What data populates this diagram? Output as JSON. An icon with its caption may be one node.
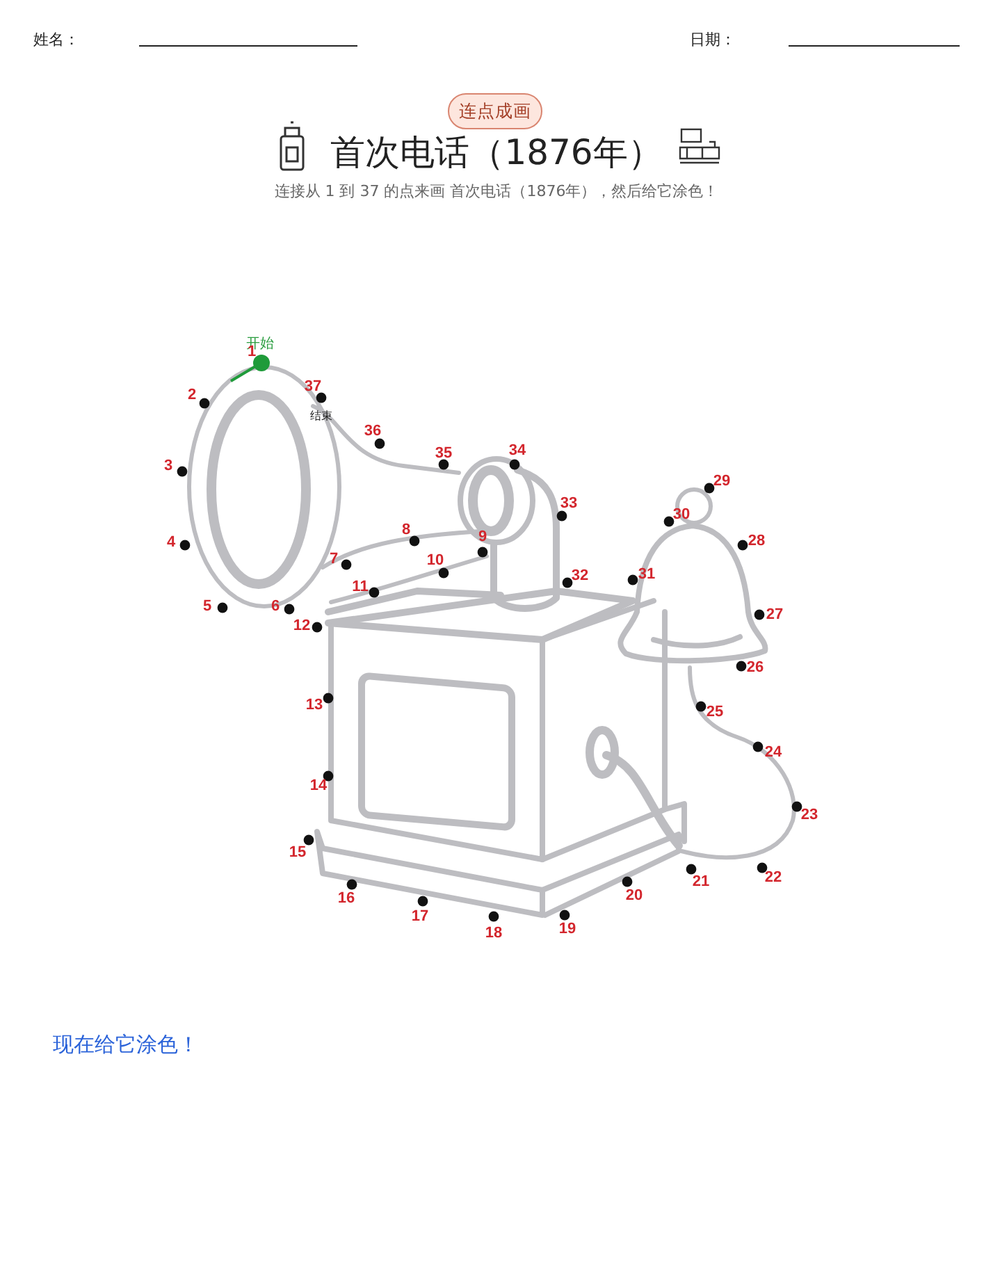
{
  "diagram": {
    "title": "首次电话（1876年）",
    "nodes": [
      {
        "text": [
          "连点成画"
        ]
      }
    ],
    "labels": [
      "姓名：",
      "日期：",
      "连接从 1 到 37 的点来画 首次电话（1876年），然后给它涂色！",
      "开始",
      "1",
      "2",
      "3",
      "4",
      "5",
      "6",
      "7",
      "8",
      "9",
      "10",
      "11",
      "12",
      "13",
      "14",
      "15",
      "16",
      "17",
      "18",
      "19",
      "20",
      "21",
      "22",
      "23",
      "24",
      "25",
      "26",
      "27",
      "28",
      "29",
      "30",
      "31",
      "32",
      "33",
      "34",
      "35",
      "36",
      "37",
      "结束",
      "现在给它涂色！"
    ]
  }
}
